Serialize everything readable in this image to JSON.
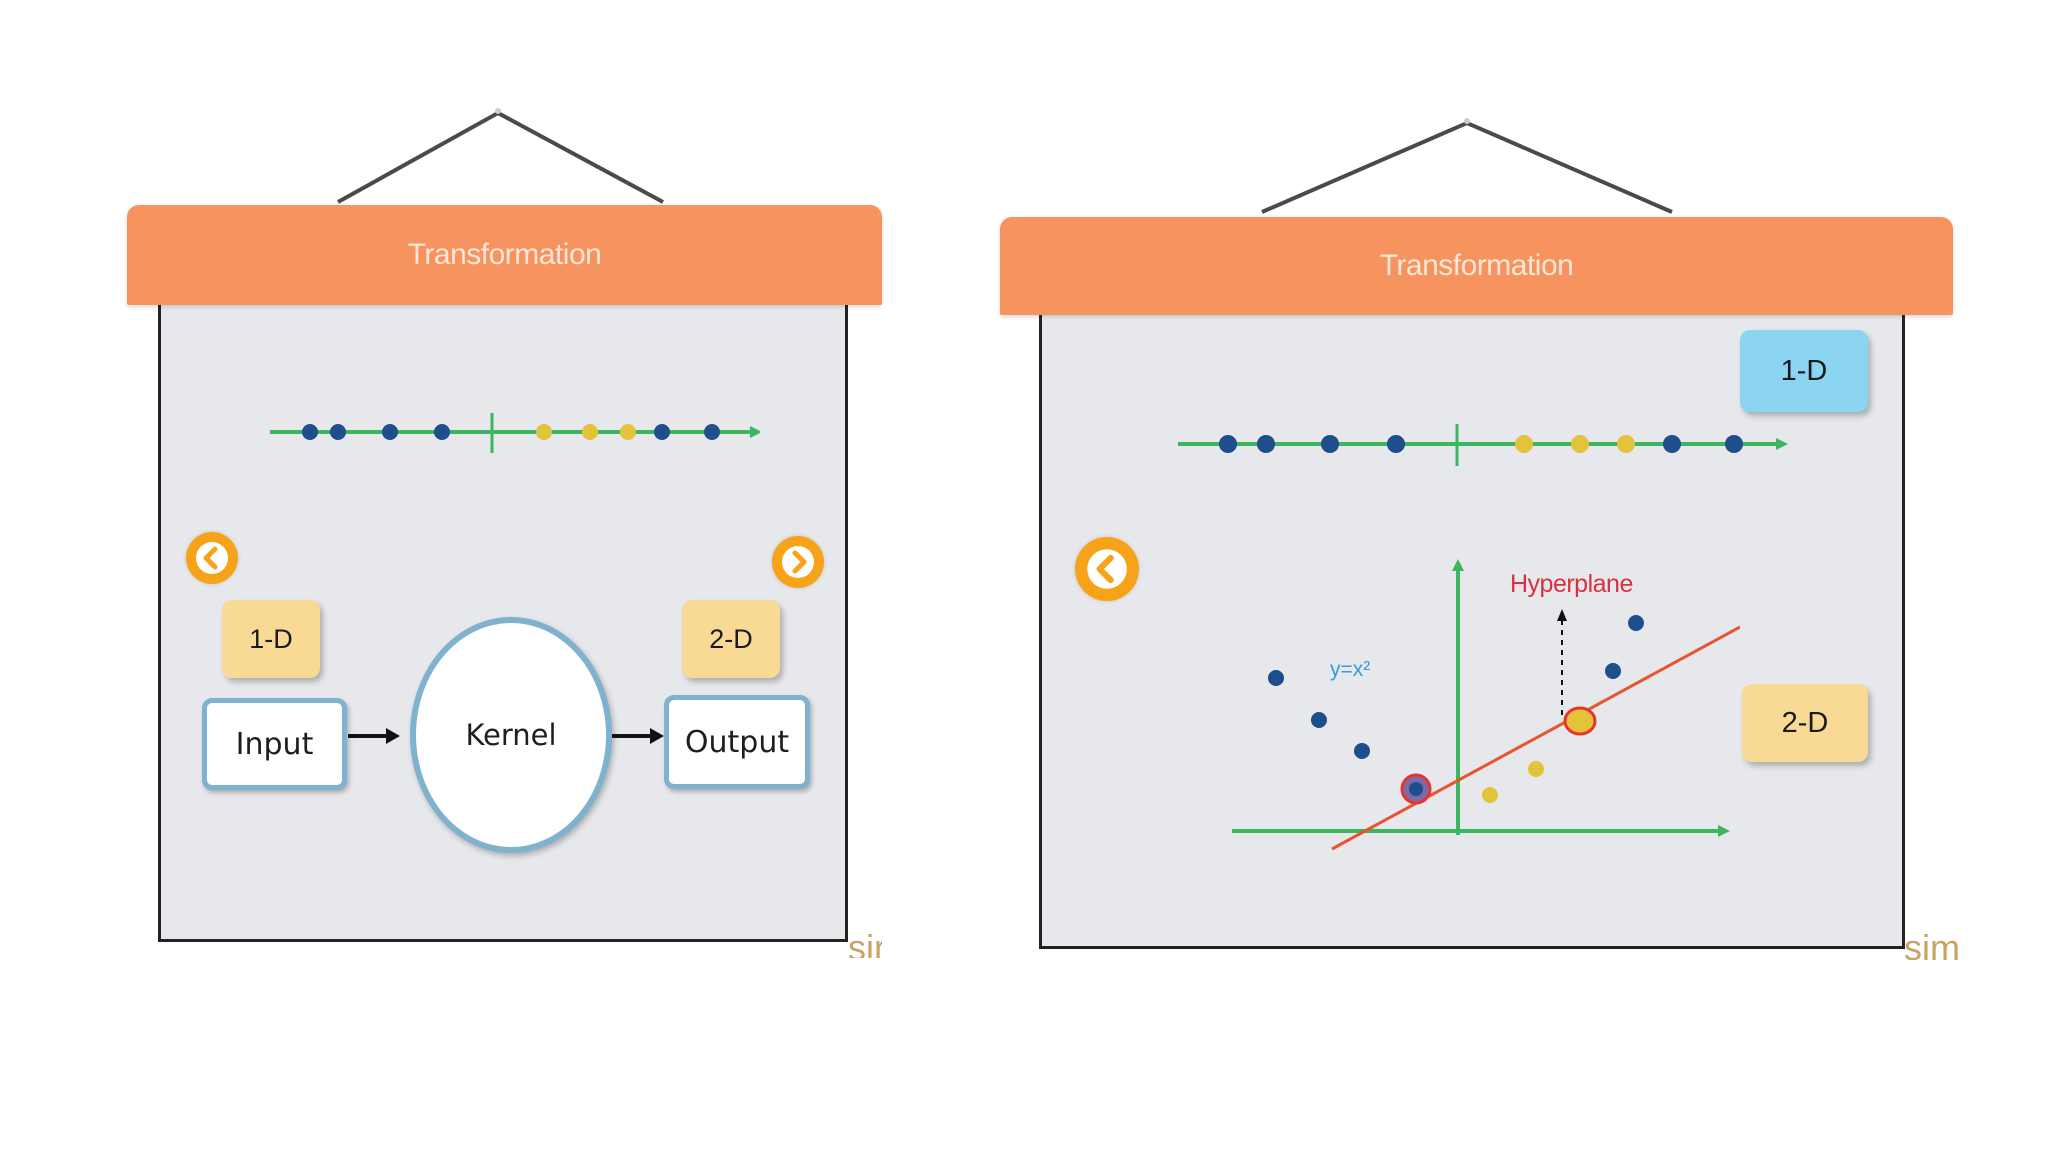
{
  "slides": [
    {
      "title": "Transformation",
      "badge_left": "1-D",
      "badge_right": "2-D",
      "input_label": "Input",
      "kernel_label": "Kernel",
      "output_label": "Output",
      "nav": [
        "chevron-left-icon",
        "chevron-right-icon"
      ],
      "corner_text": "sir"
    },
    {
      "title": "Transformation",
      "badge_top": "1-D",
      "badge_right": "2-D",
      "hyperplane_label": "Hyperplane",
      "formula_label": "y=x²",
      "nav": [
        "chevron-left-icon"
      ],
      "corner_text": "sim"
    }
  ],
  "colors": {
    "title_bar": "#f7935e",
    "board": "#e6e8eb",
    "axis_green": "#3bb55e",
    "point_blue": "#1f4e8c",
    "point_yellow": "#e3c33a",
    "hyperplane_line": "#e8542f",
    "hyperplane_label": "#d9313f",
    "formula_label": "#3a9ad9",
    "nav_orange": "#f6a31a"
  }
}
